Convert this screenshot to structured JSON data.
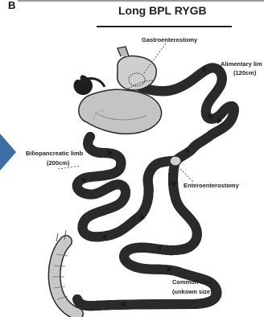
{
  "panel_label": "B",
  "title": "Long BPL RYGB",
  "labels": {
    "gastroenterostomy": "Gastroenterostomy",
    "alimentary_limb": "Alimentary lim",
    "alimentary_length": "(120cm)",
    "biliopancreatic_limb": "Biliopancreatic limb",
    "biliopancreatic_length": "(200cm)",
    "enteroenterostomy": "Enteroenterostomy",
    "common_limb": "Common limb",
    "common_length": "(unkown size)"
  },
  "colors": {
    "accent_arrow": "#3a6ea5",
    "intestine": "#b9b9b9",
    "outline": "#2a2a2a",
    "gallbladder": "#1e1e1e"
  }
}
